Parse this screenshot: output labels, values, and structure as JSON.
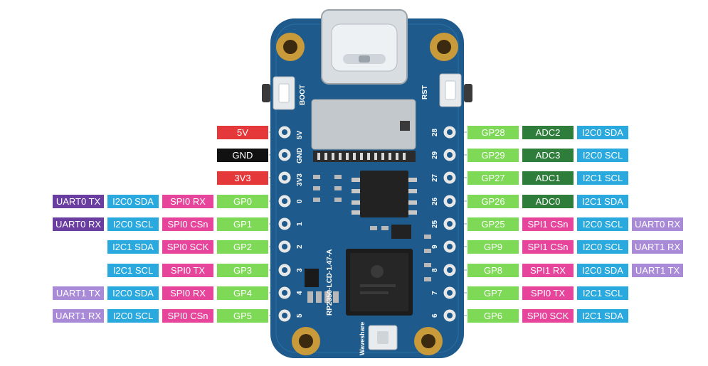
{
  "colors": {
    "power_5v": "#e5383b",
    "gnd": "#111111",
    "power_3v3": "#e5383b",
    "uart": "#6a3da0",
    "uart_light": "#a98ad6",
    "i2c": "#2aa9de",
    "spi": "#e7449b",
    "gpio": "#7ed957",
    "adc": "#2f7d3b",
    "board": "#1e5b8c"
  },
  "board": {
    "silk": {
      "boot": "BOOT",
      "rst": "RST",
      "v5": "5V",
      "gnd": "GND",
      "v3": "3V3",
      "model": "RP2350-LCD-1.47-A",
      "brand": "Waveshare",
      "left_nums": [
        "0",
        "1",
        "2",
        "3",
        "4",
        "5"
      ],
      "right_nums": [
        "28",
        "29",
        "27",
        "26",
        "25",
        "9",
        "8",
        "7",
        "6"
      ]
    }
  },
  "left_rows": [
    {
      "labels": [
        {
          "text": "5V",
          "kind": "power_5v"
        }
      ]
    },
    {
      "labels": [
        {
          "text": "GND",
          "kind": "gnd"
        }
      ]
    },
    {
      "labels": [
        {
          "text": "3V3",
          "kind": "power_3v3"
        }
      ]
    },
    {
      "labels": [
        {
          "text": "UART0 TX",
          "kind": "uart"
        },
        {
          "text": "I2C0 SDA",
          "kind": "i2c"
        },
        {
          "text": "SPI0 RX",
          "kind": "spi"
        },
        {
          "text": "GP0",
          "kind": "gpio"
        }
      ]
    },
    {
      "labels": [
        {
          "text": "UART0 RX",
          "kind": "uart"
        },
        {
          "text": "I2C0 SCL",
          "kind": "i2c"
        },
        {
          "text": "SPI0 CSn",
          "kind": "spi"
        },
        {
          "text": "GP1",
          "kind": "gpio"
        }
      ]
    },
    {
      "labels": [
        {
          "text": "I2C1 SDA",
          "kind": "i2c"
        },
        {
          "text": "SPI0 SCK",
          "kind": "spi"
        },
        {
          "text": "GP2",
          "kind": "gpio"
        }
      ]
    },
    {
      "labels": [
        {
          "text": "I2C1 SCL",
          "kind": "i2c"
        },
        {
          "text": "SPI0 TX",
          "kind": "spi"
        },
        {
          "text": "GP3",
          "kind": "gpio"
        }
      ]
    },
    {
      "labels": [
        {
          "text": "UART1 TX",
          "kind": "uart_light"
        },
        {
          "text": "I2C0 SDA",
          "kind": "i2c"
        },
        {
          "text": "SPI0 RX",
          "kind": "spi"
        },
        {
          "text": "GP4",
          "kind": "gpio"
        }
      ]
    },
    {
      "labels": [
        {
          "text": "UART1 RX",
          "kind": "uart_light"
        },
        {
          "text": "I2C0 SCL",
          "kind": "i2c"
        },
        {
          "text": "SPI0 CSn",
          "kind": "spi"
        },
        {
          "text": "GP5",
          "kind": "gpio"
        }
      ]
    }
  ],
  "right_rows": [
    {
      "labels": [
        {
          "text": "GP28",
          "kind": "gpio"
        },
        {
          "text": "ADC2",
          "kind": "adc"
        },
        {
          "text": "I2C0 SDA",
          "kind": "i2c"
        }
      ]
    },
    {
      "labels": [
        {
          "text": "GP29",
          "kind": "gpio"
        },
        {
          "text": "ADC3",
          "kind": "adc"
        },
        {
          "text": "I2C0 SCL",
          "kind": "i2c"
        }
      ]
    },
    {
      "labels": [
        {
          "text": "GP27",
          "kind": "gpio"
        },
        {
          "text": "ADC1",
          "kind": "adc"
        },
        {
          "text": "I2C1 SCL",
          "kind": "i2c"
        }
      ]
    },
    {
      "labels": [
        {
          "text": "GP26",
          "kind": "gpio"
        },
        {
          "text": "ADC0",
          "kind": "adc"
        },
        {
          "text": "I2C1 SDA",
          "kind": "i2c"
        }
      ]
    },
    {
      "labels": [
        {
          "text": "GP25",
          "kind": "gpio"
        },
        {
          "text": "SPI1 CSn",
          "kind": "spi"
        },
        {
          "text": "I2C0 SCL",
          "kind": "i2c"
        },
        {
          "text": "UART0 RX",
          "kind": "uart_light"
        }
      ]
    },
    {
      "labels": [
        {
          "text": "GP9",
          "kind": "gpio"
        },
        {
          "text": "SPI1 CSn",
          "kind": "spi"
        },
        {
          "text": "I2C0 SCL",
          "kind": "i2c"
        },
        {
          "text": "UART1 RX",
          "kind": "uart_light"
        }
      ]
    },
    {
      "labels": [
        {
          "text": "GP8",
          "kind": "gpio"
        },
        {
          "text": "SPI1 RX",
          "kind": "spi"
        },
        {
          "text": "I2C0 SDA",
          "kind": "i2c"
        },
        {
          "text": "UART1 TX",
          "kind": "uart_light"
        }
      ]
    },
    {
      "labels": [
        {
          "text": "GP7",
          "kind": "gpio"
        },
        {
          "text": "SPI0 TX",
          "kind": "spi"
        },
        {
          "text": "I2C1 SCL",
          "kind": "i2c"
        }
      ]
    },
    {
      "labels": [
        {
          "text": "GP6",
          "kind": "gpio"
        },
        {
          "text": "SPI0 SCK",
          "kind": "spi"
        },
        {
          "text": "I2C1 SDA",
          "kind": "i2c"
        }
      ]
    }
  ]
}
